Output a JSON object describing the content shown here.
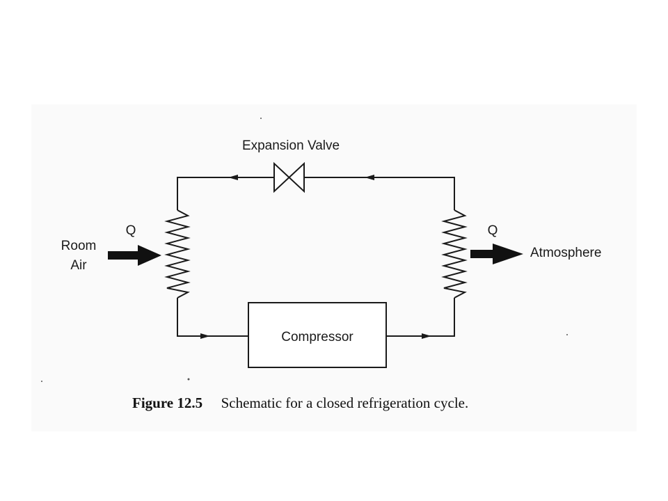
{
  "diagram": {
    "expansion_valve_label": "Expansion Valve",
    "compressor_label": "Compressor",
    "heat_in": {
      "q_label": "Q",
      "source_line1": "Room",
      "source_line2": "Air"
    },
    "heat_out": {
      "q_label": "Q",
      "sink_label": "Atmosphere"
    }
  },
  "caption": {
    "figure_number": "Figure 12.5",
    "text": "Schematic for a closed refrigeration cycle."
  },
  "colors": {
    "ink": "#1a1a1a",
    "background": "#ffffff",
    "scan_tint": "#f7f7f7"
  }
}
